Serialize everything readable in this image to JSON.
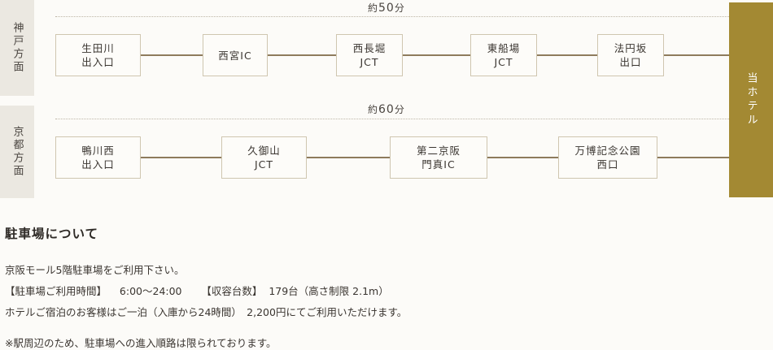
{
  "routes": [
    {
      "direction": "神戸方面",
      "time_prefix": "約",
      "time_value": "50",
      "time_unit": "分",
      "nodes": [
        {
          "line1": "生田川",
          "line2": "出入口"
        },
        {
          "line1": "西宮IC",
          "line2": ""
        },
        {
          "line1": "西長堀",
          "line2": "JCT"
        },
        {
          "line1": "東船場",
          "line2": "JCT"
        },
        {
          "line1": "法円坂",
          "line2": "出口"
        }
      ]
    },
    {
      "direction": "京都方面",
      "time_prefix": "約",
      "time_value": "60",
      "time_unit": "分",
      "nodes": [
        {
          "line1": "鴨川西",
          "line2": "出入口"
        },
        {
          "line1": "久御山",
          "line2": "JCT"
        },
        {
          "line1": "第二京阪",
          "line2": "門真IC"
        },
        {
          "line1": "万博記念公園",
          "line2": "西口"
        }
      ]
    }
  ],
  "hotel": {
    "label": "当ホテル"
  },
  "parking": {
    "title": "駐車場について",
    "intro": "京阪モール5階駐車場をご利用下さい。",
    "hours_label": "【駐車場ご利用時間】",
    "hours_value": "6:00～24:00",
    "capacity_label": "【収容台数】",
    "capacity_value": "179台（高さ制限 2.1m）",
    "guest_note": "ホテルご宿泊のお客様はご一泊（入庫から24時間）　2,200円にてご利用いただけます。",
    "route_note": "※駅周辺のため、駐車場への進入順路は限られております。"
  },
  "colors": {
    "hotel_bg": "#a38933",
    "line": "#8e7b5c",
    "label_bg": "#ebe8e1"
  }
}
